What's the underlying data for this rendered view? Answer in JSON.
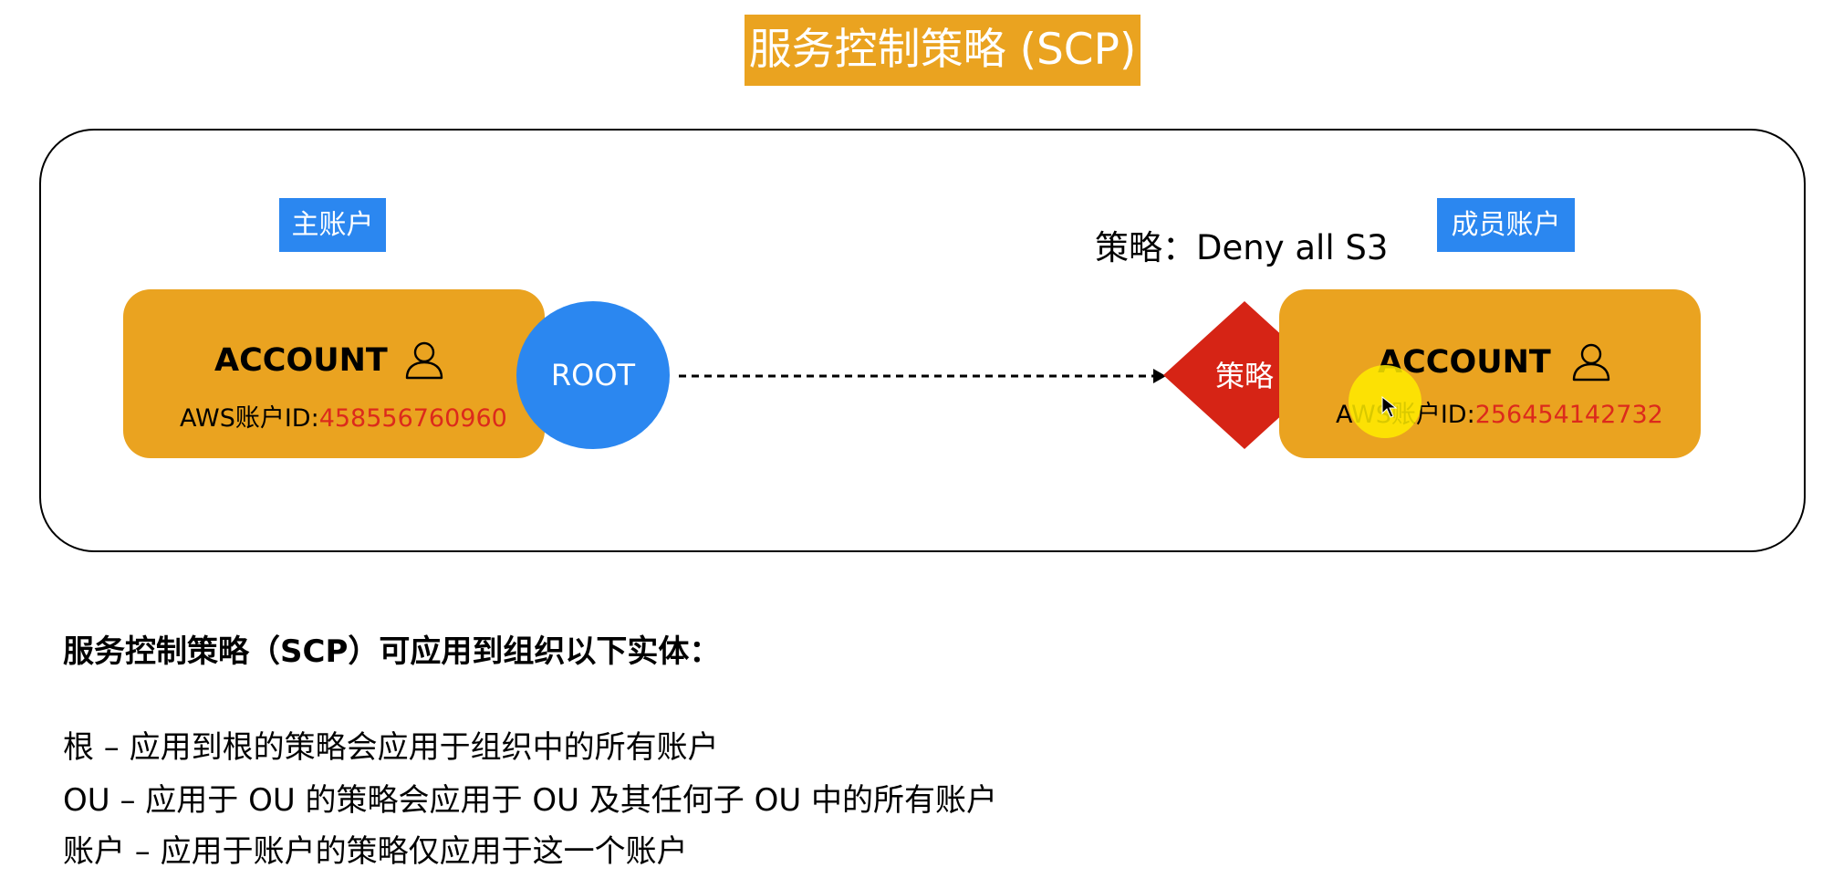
{
  "title": "服务控制策略 (SCP)",
  "diagram": {
    "main_tag": "主账户",
    "member_tag": "成员账户",
    "policy_caption": "策略：Deny all S3",
    "main_account": {
      "name": "ACCOUNT",
      "id_label": "AWS账户ID:",
      "id_value": "458556760960"
    },
    "member_account": {
      "name": "ACCOUNT",
      "id_label": "AWS账户ID:",
      "id_value": "256454142732"
    },
    "root_label": "ROOT",
    "policy_node_label": "策略",
    "colors": {
      "account_fill": "#eaa320",
      "tag_blue": "#2b87f0",
      "root_blue": "#2b87f0",
      "policy_red": "#d62415",
      "id_red": "#dc2a1c"
    }
  },
  "text": {
    "heading": "服务控制策略（SCP）可应用到组织以下实体：",
    "lines": [
      "根 – 应用到根的策略会应用于组织中的所有账户",
      "OU – 应用于 OU 的策略会应用于 OU 及其任何子 OU 中的所有账户",
      "账户 – 应用于账户的策略仅应用于这一个账户"
    ]
  }
}
